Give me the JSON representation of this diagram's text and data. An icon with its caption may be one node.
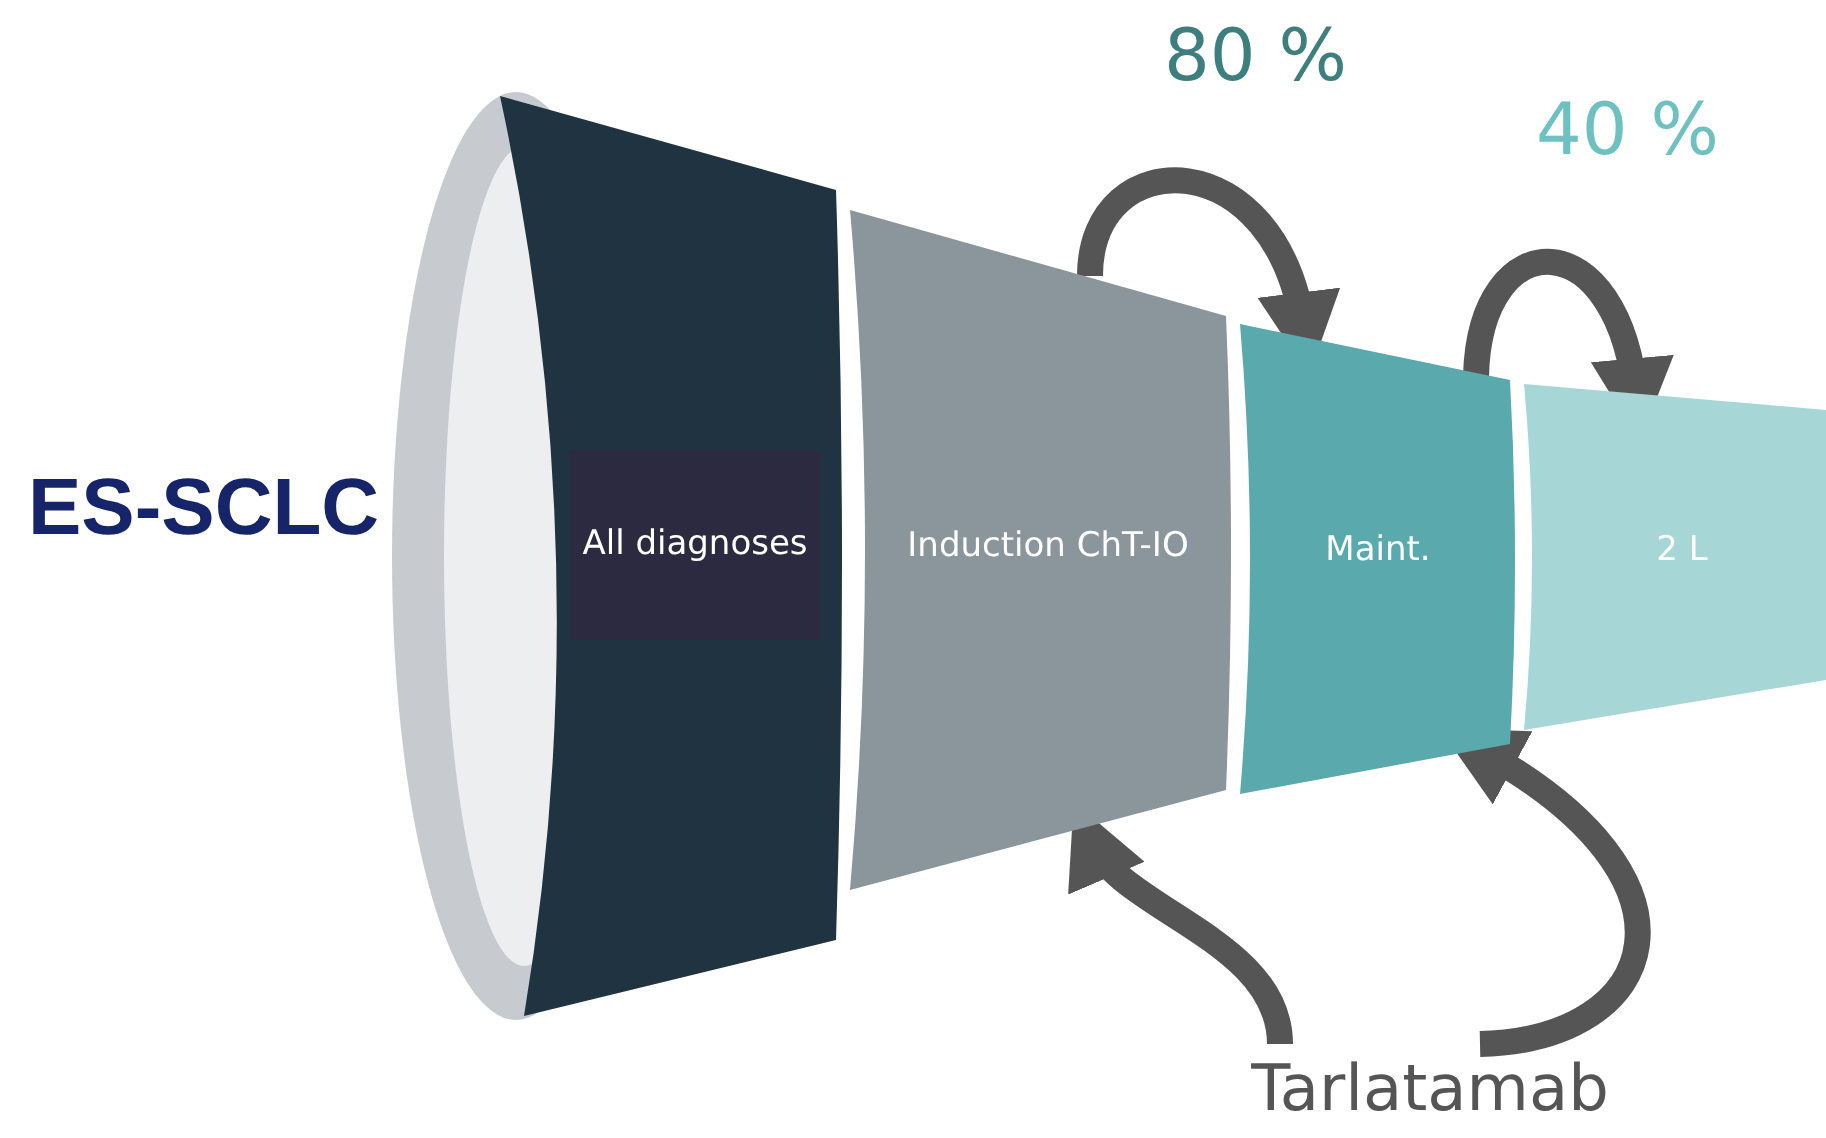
{
  "diagram": {
    "nodes": [
      {
        "text": [
          "All diagnoses"
        ]
      },
      {
        "text": [
          "Induction ChT-IO"
        ]
      },
      {
        "text": [
          "Maint."
        ]
      },
      {
        "text": [
          "2 L"
        ]
      },
      {
        "text": [
          "Tarlatamab"
        ]
      }
    ],
    "edges": [
      {
        "from": 1,
        "to": 2,
        "arrow": "to",
        "label": "80 %"
      },
      {
        "from": 2,
        "to": 3,
        "arrow": "to",
        "label": "40 %"
      },
      {
        "from": 4,
        "to": 1,
        "arrow": "to"
      },
      {
        "from": 4,
        "to": 2,
        "arrow": "to"
      }
    ],
    "labels": [
      "ES-SCLC"
    ]
  }
}
